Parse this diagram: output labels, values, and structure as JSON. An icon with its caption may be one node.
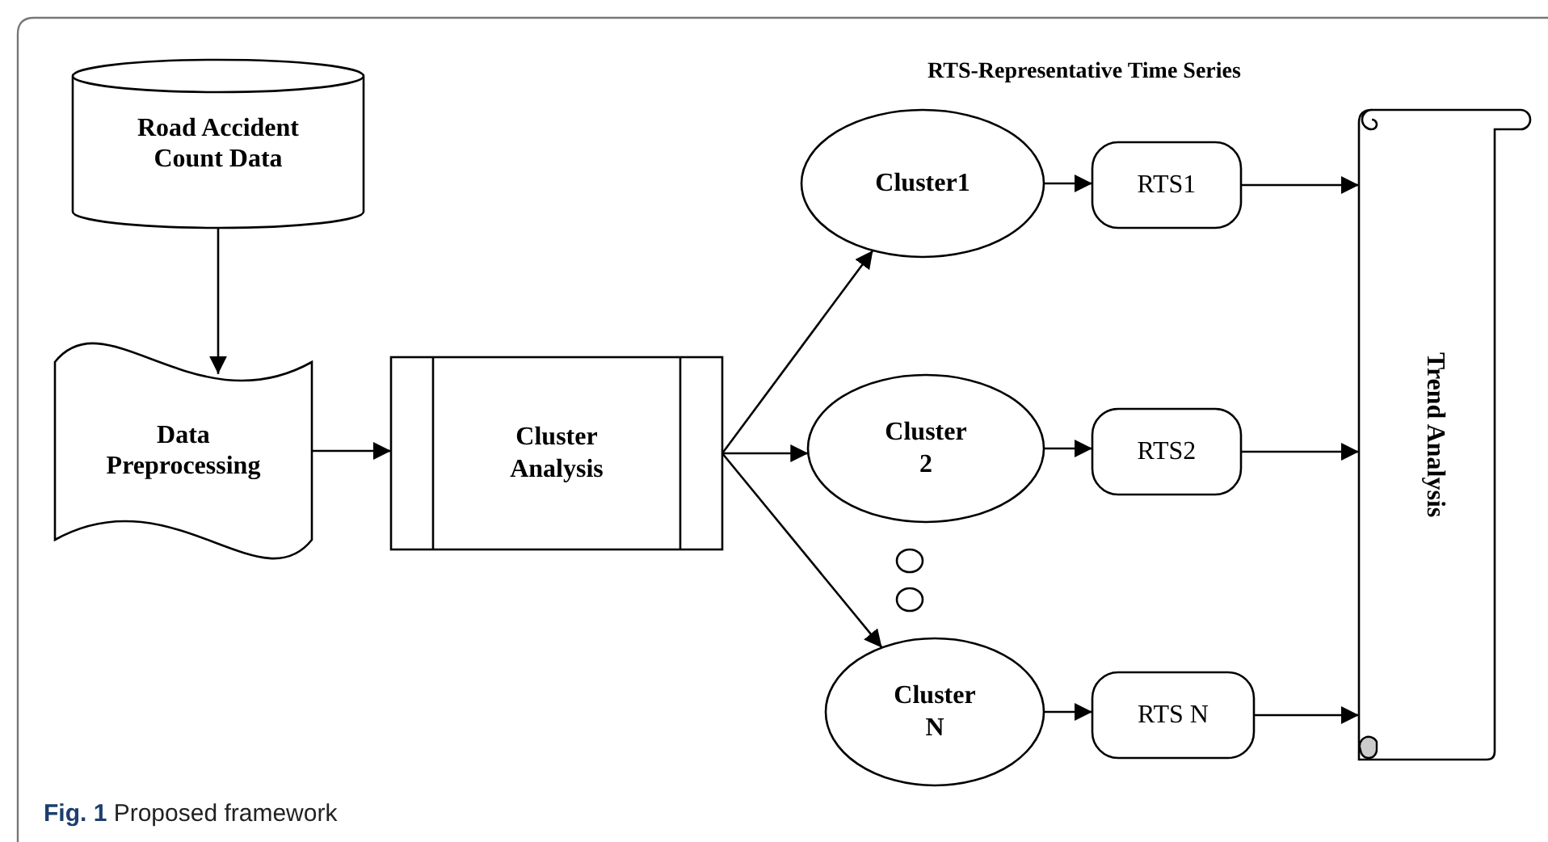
{
  "diagram": {
    "caption": "**Fig. 1** Proposed framework",
    "nodes": [
      {
        "text": [
          "Road Accident Count Data"
        ]
      },
      {
        "text": [
          "Data Preprocessing"
        ]
      },
      {
        "text": [
          "Cluster Analysis"
        ]
      },
      {
        "text": [
          "Cluster1"
        ]
      },
      {
        "text": [
          "Cluster 2"
        ]
      },
      {
        "text": [],
        "shape": "circle"
      },
      {
        "text": [],
        "shape": "circle"
      },
      {
        "text": [
          "Cluster N"
        ]
      },
      {
        "text": [
          "RTS1"
        ]
      },
      {
        "text": [
          "RTS2"
        ]
      },
      {
        "text": [
          "RTS N"
        ]
      },
      {
        "text": [
          "Trend Analysis"
        ]
      }
    ],
    "edges": [
      {
        "from": 0,
        "to": 1,
        "arrow": "to"
      },
      {
        "from": 1,
        "to": 2,
        "arrow": "to"
      },
      {
        "from": 2,
        "to": 3,
        "arrow": "to"
      },
      {
        "from": 2,
        "to": 4,
        "arrow": "to"
      },
      {
        "from": 2,
        "to": 7,
        "arrow": "to"
      },
      {
        "from": 3,
        "to": 8,
        "arrow": "to"
      },
      {
        "from": 4,
        "to": 9,
        "arrow": "to"
      },
      {
        "from": 7,
        "to": 10,
        "arrow": "to"
      },
      {
        "from": 8,
        "to": 11,
        "arrow": "to"
      },
      {
        "from": 9,
        "to": 11,
        "arrow": "to"
      },
      {
        "from": 10,
        "to": 11,
        "arrow": "to"
      }
    ],
    "labels": [
      "RTS-Representative Time Series"
    ]
  }
}
